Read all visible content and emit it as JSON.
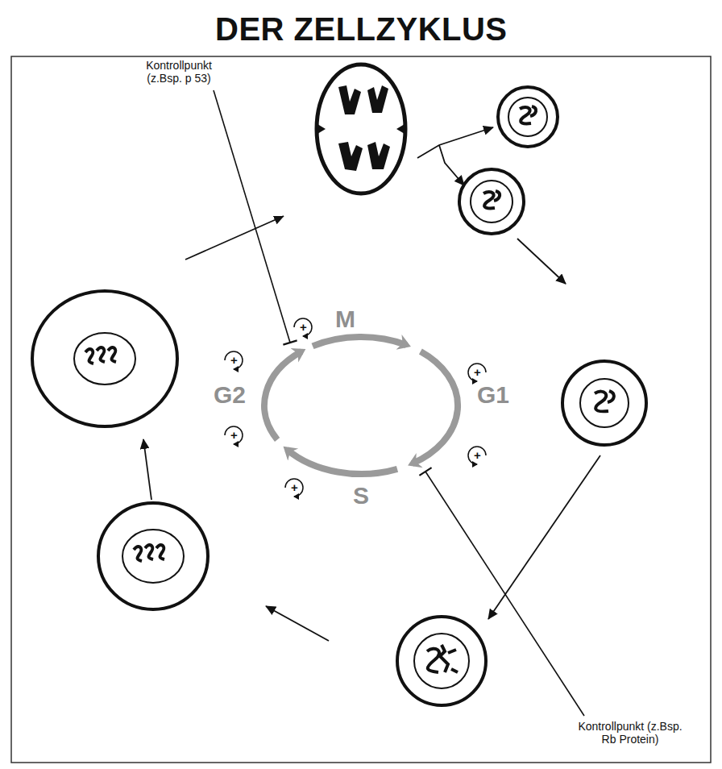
{
  "diagram": {
    "title": "DER ZELLZYKLUS",
    "labels": [
      "Kontrollpunkt (z.Bsp. p 53)",
      "M",
      "G1",
      "S",
      "G2",
      "Kontrollpunkt (z.Bsp. Rb Protein)",
      "+",
      "+",
      "+",
      "+",
      "+",
      "+"
    ]
  }
}
